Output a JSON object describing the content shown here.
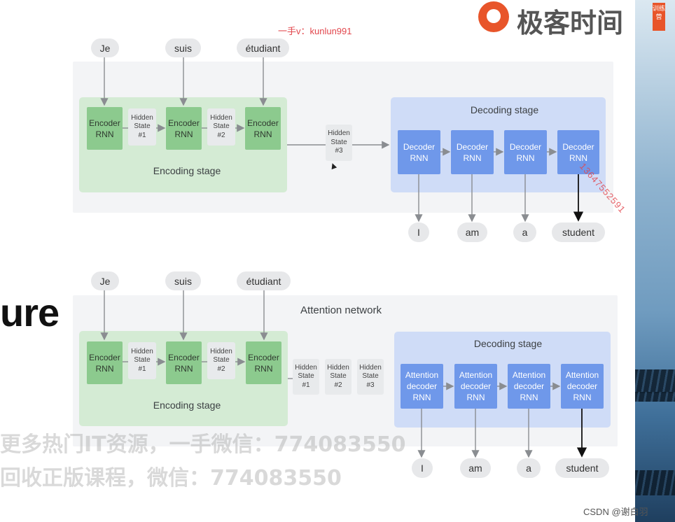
{
  "watermarks": {
    "top_contact": "一手v：kunlun991",
    "logo_text": "极客时间",
    "logo_badge": "训练营",
    "diagonal_phone": "13647552591",
    "ghost_line_1": "更多热门IT资源，一手微信：774083550",
    "ghost_line_2": "回收正版课程，微信：774083550",
    "csdn": "CSDN @谢白羽"
  },
  "slide_fragment": "ure",
  "diagram_top": {
    "inputs": [
      "Je",
      "suis",
      "étudiant"
    ],
    "encoder_label": [
      "Encoder",
      "RNN"
    ],
    "hidden_states": [
      [
        "Hidden",
        "State",
        "#1"
      ],
      [
        "Hidden",
        "State",
        "#2"
      ]
    ],
    "context_state": [
      "Hidden",
      "State",
      "#3"
    ],
    "encoding_stage": "Encoding stage",
    "decoding_stage": "Decoding stage",
    "decoder_label": [
      "Decoder",
      "RNN"
    ],
    "outputs": [
      "I",
      "am",
      "a",
      "student"
    ]
  },
  "diagram_bottom": {
    "inputs": [
      "Je",
      "suis",
      "étudiant"
    ],
    "attention_network": "Attention network",
    "encoder_label": [
      "Encoder",
      "RNN"
    ],
    "hidden_states": [
      [
        "Hidden",
        "State",
        "#1"
      ],
      [
        "Hidden",
        "State",
        "#2"
      ]
    ],
    "passed_states": [
      [
        "Hidden",
        "State",
        "#1"
      ],
      [
        "Hidden",
        "State",
        "#2"
      ],
      [
        "Hidden",
        "State",
        "#3"
      ]
    ],
    "encoding_stage": "Encoding stage",
    "decoding_stage": "Decoding stage",
    "decoder_label": [
      "Attention",
      "decoder",
      "RNN"
    ],
    "outputs": [
      "I",
      "am",
      "a",
      "student"
    ]
  },
  "colors": {
    "encoder_green": "#8cca8e",
    "encoding_stage_bg": "#d4ebd4",
    "decoder_blue": "#6f98ea",
    "decoding_stage_bg": "#cfdcf7",
    "watermark_red": "#e2474d"
  }
}
